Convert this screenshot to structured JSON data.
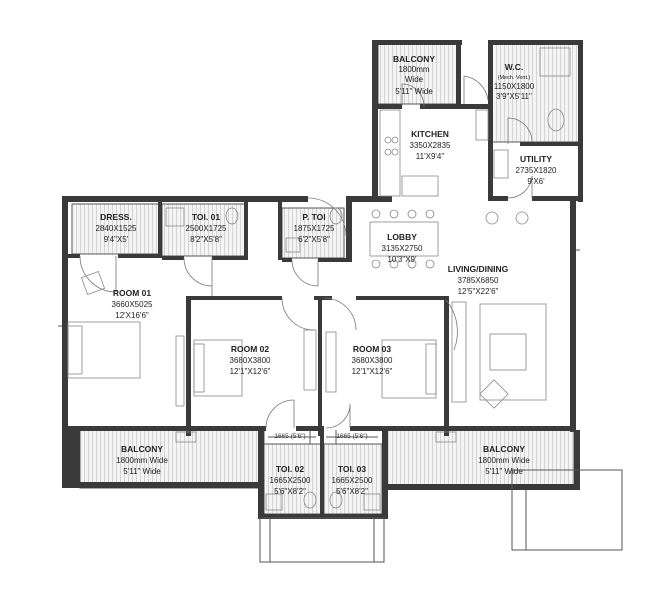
{
  "rooms": {
    "balcony_top": {
      "name": "BALCONY",
      "line1": "1800mm",
      "line2": "Wide",
      "line3": "5'11\" Wide"
    },
    "wc": {
      "name": "W.C.",
      "note": "(Mech. Vent.)",
      "dims": "1150X1800",
      "imperial": "3'9\"X5'11\""
    },
    "kitchen": {
      "name": "KITCHEN",
      "dims": "3350X2835",
      "imperial": "11'X9'4\""
    },
    "utility": {
      "name": "UTILITY",
      "dims": "2735X1820",
      "imperial": "9'X6'"
    },
    "dress": {
      "name": "DRESS.",
      "dims": "2840X1525",
      "imperial": "9'4\"X5'"
    },
    "toi01": {
      "name": "TOI. 01",
      "dims": "2500X1725",
      "imperial": "8'2\"X5'8\""
    },
    "ptoi": {
      "name": "P. TOI",
      "dims": "1875X1725",
      "imperial": "6'2\"X5'8\""
    },
    "lobby": {
      "name": "LOBBY",
      "dims": "3135X2750",
      "imperial": "10'3\"X9'"
    },
    "living": {
      "name": "LIVING/DINING",
      "dims": "3785X6850",
      "imperial": "12'5\"X22'6\""
    },
    "room01": {
      "name": "ROOM 01",
      "dims": "3660X5025",
      "imperial": "12'X16'6\""
    },
    "room02": {
      "name": "ROOM 02",
      "dims": "3680X3800",
      "imperial": "12'1\"X12'6\""
    },
    "room03": {
      "name": "ROOM 03",
      "dims": "3680X3800",
      "imperial": "12'1\"X12'6\""
    },
    "balcony_left": {
      "name": "BALCONY",
      "line1": "1800mm Wide",
      "line2": "5'11\" Wide"
    },
    "balcony_right": {
      "name": "BALCONY",
      "line1": "1800mm Wide",
      "line2": "5'11\" Wide"
    },
    "toi02": {
      "name": "TOI. 02",
      "dims": "1665X2500",
      "imperial": "5'6\"X8'2\"",
      "dim_top": "1665 (5'6\")"
    },
    "toi03": {
      "name": "TOI. 03",
      "dims": "1665X2500",
      "imperial": "5'6\"X8'2\"",
      "dim_top": "1665 (5'6\")"
    }
  }
}
